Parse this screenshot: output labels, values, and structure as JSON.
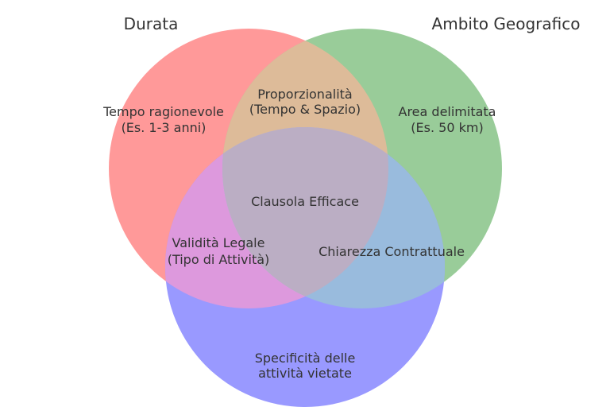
{
  "diagram": {
    "type": "venn-3",
    "sets": [
      {
        "name": "Durata",
        "color": "#ff9999"
      },
      {
        "name": "Ambito Geografico",
        "color": "#99cc99"
      },
      {
        "name": "",
        "color": "#9999ff"
      }
    ],
    "regions": {
      "durata_only": [
        "Tempo ragionevole",
        "(Es. 1-3 anni)"
      ],
      "ambito_only": [
        "Area delimitata",
        "(Es. 50 km)"
      ],
      "durata_ambito": [
        "Proporzionalità",
        "(Tempo & Spazio)"
      ],
      "center": "Clausola Efficace",
      "durata_third": [
        "Validità Legale",
        "(Tipo di Attività)"
      ],
      "ambito_third": "Chiarezza Contrattuale",
      "third_only": [
        "Specificità delle",
        "attività vietate"
      ]
    }
  }
}
